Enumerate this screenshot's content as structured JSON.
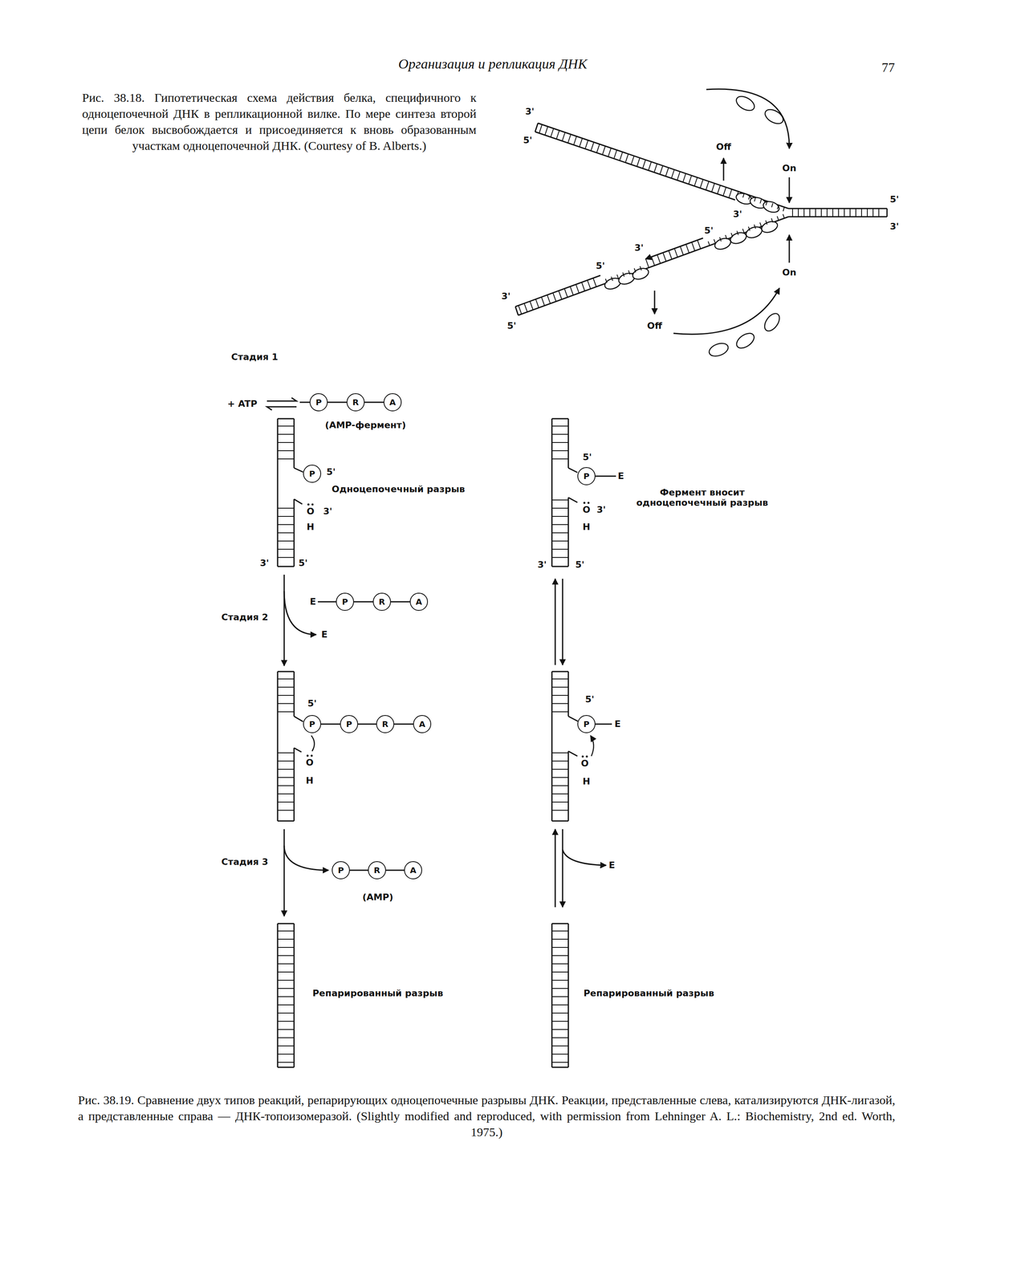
{
  "diagram": {
    "caption": "Рис. 38.19. Сравнение двух типов реакций, репарирующих одноцепочечные разрывы ДНК. Реакции, представленные слева, катализируются ДНК-лигазой, а представленные справа — ДНК-топоизомеразой. (Slightly modified and reproduced, with permission from Lehninger A. L.: Biochemistry, 2nd ed. Worth, 1975.)",
    "nodes": [
      {
        "text": [
          "P"
        ]
      },
      {
        "text": [
          "R"
        ]
      },
      {
        "text": [
          "A"
        ]
      },
      {
        "text": [
          "P"
        ]
      },
      {
        "text": [
          "P"
        ]
      },
      {
        "text": [
          "R"
        ]
      },
      {
        "text": [
          "A"
        ]
      },
      {
        "text": [
          "P"
        ]
      },
      {
        "text": [
          "P"
        ]
      },
      {
        "text": [
          "R"
        ]
      },
      {
        "text": [
          "A"
        ]
      },
      {
        "text": [
          "P"
        ]
      },
      {
        "text": [
          "R"
        ]
      },
      {
        "text": [
          "A"
        ]
      },
      {
        "text": [
          "P"
        ]
      },
      {
        "text": [
          "P"
        ]
      }
    ],
    "edges": [
      {
        "from": 0,
        "to": 1,
        "arrow": "none"
      },
      {
        "from": 1,
        "to": 2,
        "arrow": "none"
      },
      {
        "from": 4,
        "to": 5,
        "arrow": "none"
      },
      {
        "from": 5,
        "to": 6,
        "arrow": "none"
      },
      {
        "from": 7,
        "to": 8,
        "arrow": "none"
      },
      {
        "from": 8,
        "to": 9,
        "arrow": "none"
      },
      {
        "from": 9,
        "to": 10,
        "arrow": "none"
      },
      {
        "from": 11,
        "to": 12,
        "arrow": "none"
      },
      {
        "from": 12,
        "to": 13,
        "arrow": "none"
      }
    ],
    "labels": [
      "Организация и репликация ДНК",
      "77",
      "Рис. 38.18. Гипотетическая схема действия белка, специфичного к одноцепочечной ДНК в репликационной вилке. По мере синтеза второй цепи белок высвобождается и присоединяется к вновь образованным участкам одноцепочечной ДНК. (Courtesy of B. Alberts.)",
      "3'",
      "5'",
      "Off",
      "On",
      "3'",
      "5'",
      "3'",
      "5'",
      "3'",
      "5'",
      "3'",
      "5'",
      "On",
      "Off",
      "Стадия 1",
      "+ ATP",
      "(AMP-фермент)",
      "5'",
      "Одноцепочечный разрыв",
      "O",
      "3'",
      "H",
      "3'",
      "5'",
      "Стадия 2",
      "E",
      "E",
      "5'",
      "O",
      "H",
      "Стадия 3",
      "(AMP)",
      "Репарированный разрыв",
      "5'",
      "E",
      "Фермент вносит одноцепочечный разрыв",
      "O",
      "3'",
      "H",
      "3'",
      "5'",
      "5'",
      "E",
      "O",
      "H",
      "E",
      "Репарированный разрыв"
    ]
  }
}
